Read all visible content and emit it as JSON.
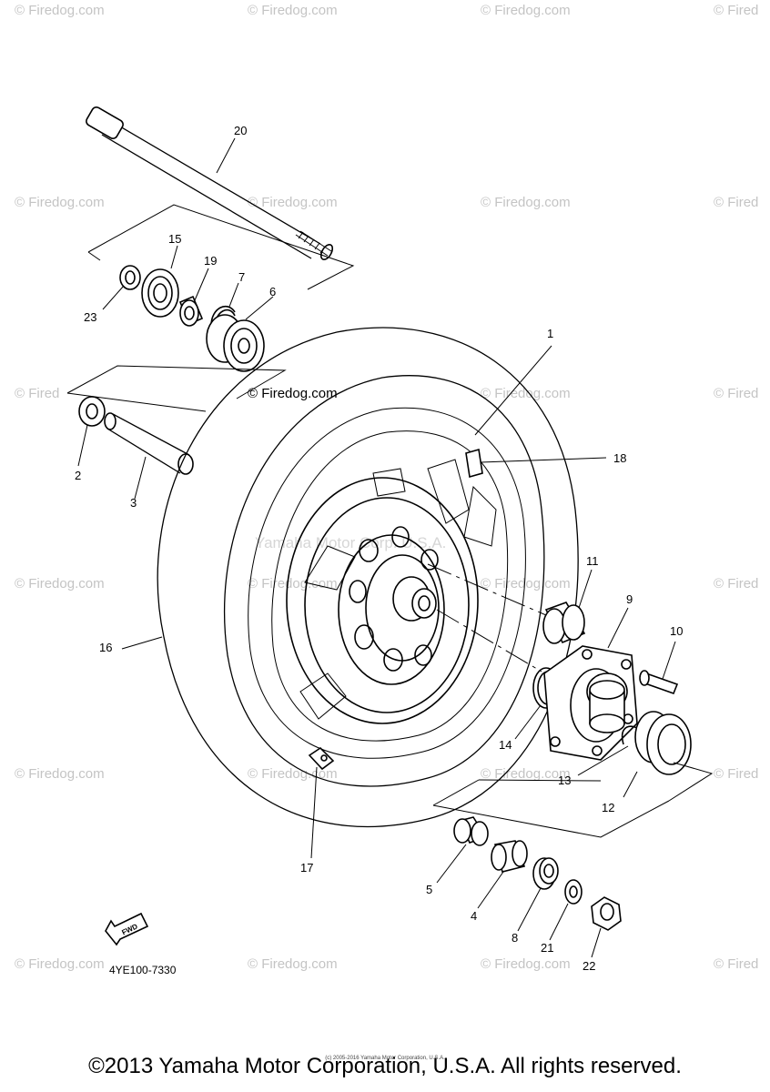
{
  "watermarks": {
    "r0": [
      "© Firedog.com",
      "© Firedog.com",
      "© Firedog.com",
      "© Fired"
    ],
    "r1": [
      "© Firedog.com",
      "© Firedog.com",
      "© Firedog.com",
      "© Fired"
    ],
    "r2": [
      "© Fired",
      "© Firedog.com",
      "© Firedog.com",
      "© Fired"
    ],
    "r3": [
      "© Firedog.com",
      "© Firedog.com",
      "© Firedog.com",
      "© Fired"
    ],
    "r4": [
      "© Firedog.com",
      "© Firedog.com",
      "© Firedog.com",
      "© Fired"
    ],
    "r5": [
      "© Firedog.com",
      "© Firedog.com",
      "© Firedog.com",
      "© Fired"
    ],
    "center": "© Firedog.com",
    "yamaha": "Yamaha Motor Corp. U.S.A."
  },
  "callouts": {
    "p1": "1",
    "p2": "2",
    "p3": "3",
    "p4": "4",
    "p5": "5",
    "p6": "6",
    "p7": "7",
    "p8": "8",
    "p9": "9",
    "p10": "10",
    "p11": "11",
    "p12": "12",
    "p13": "13",
    "p14": "14",
    "p15": "15",
    "p16": "16",
    "p17": "17",
    "p18": "18",
    "p19": "19",
    "p20": "20",
    "p21": "21",
    "p22": "22",
    "p23": "23"
  },
  "fwd_label": "FWD",
  "part_code": "4YE100-7330",
  "tiny_notice": "(c) 2005-2016 Yamaha Motor Corporation, U.S.A.",
  "copyright": "©2013 Yamaha Motor Corporation, U.S.A. All rights reserved."
}
